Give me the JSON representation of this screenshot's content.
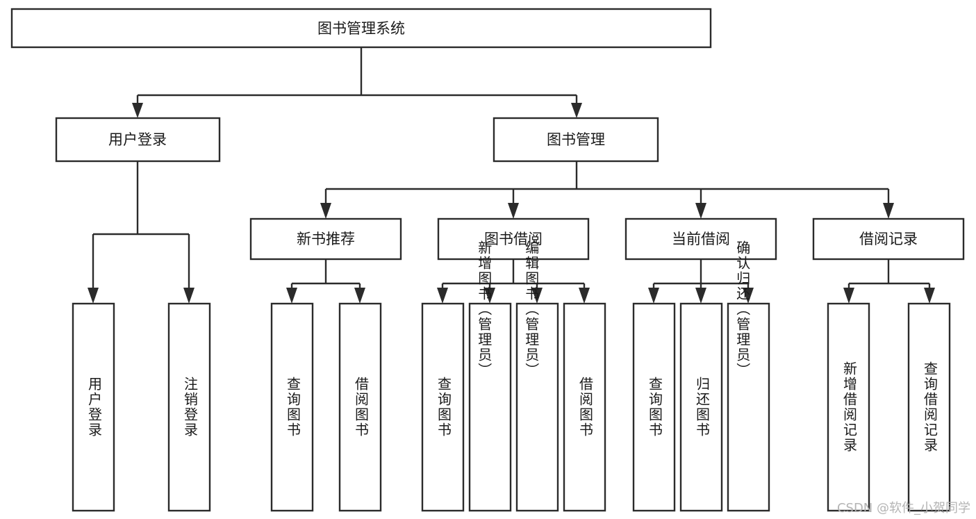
{
  "diagram": {
    "title": "图书管理系统",
    "type": "tree",
    "orientation": "top-down",
    "background_color": "#ffffff",
    "line_color": "#2b2b2b",
    "text_color": "#1a1a1a",
    "node_fill": "#ffffff",
    "levels": {
      "root": {
        "label": "图书管理系统"
      },
      "level2": [
        {
          "id": "user-login",
          "label": "用户登录"
        },
        {
          "id": "book-manage",
          "label": "图书管理"
        }
      ],
      "level3": [
        {
          "id": "new-book-recommend",
          "label": "新书推荐",
          "parent": "book-manage"
        },
        {
          "id": "book-borrow",
          "label": "图书借阅",
          "parent": "book-manage"
        },
        {
          "id": "current-borrow",
          "label": "当前借阅",
          "parent": "book-manage"
        },
        {
          "id": "borrow-record",
          "label": "借阅记录",
          "parent": "book-manage"
        }
      ],
      "leaves": [
        {
          "id": "leaf-user-login",
          "label": "用户登录",
          "parent": "user-login"
        },
        {
          "id": "leaf-user-logout",
          "label": "注销登录",
          "parent": "user-login"
        },
        {
          "id": "leaf-query-book-1",
          "label": "查询图书",
          "parent": "new-book-recommend"
        },
        {
          "id": "leaf-borrow-book-1",
          "label": "借阅图书",
          "parent": "new-book-recommend"
        },
        {
          "id": "leaf-query-book-2",
          "label": "查询图书",
          "parent": "book-borrow"
        },
        {
          "id": "leaf-add-book",
          "label": "新增图书（管理员）",
          "parent": "book-borrow"
        },
        {
          "id": "leaf-edit-book",
          "label": "编辑图书（管理员）",
          "parent": "book-borrow"
        },
        {
          "id": "leaf-borrow-book-2",
          "label": "借阅图书",
          "parent": "book-borrow"
        },
        {
          "id": "leaf-query-book-3",
          "label": "查询图书",
          "parent": "current-borrow"
        },
        {
          "id": "leaf-return-book",
          "label": "归还图书",
          "parent": "current-borrow"
        },
        {
          "id": "leaf-confirm-return",
          "label": "确认归还（管理员）",
          "parent": "current-borrow"
        },
        {
          "id": "leaf-add-record",
          "label": "新增借阅记录",
          "parent": "borrow-record"
        },
        {
          "id": "leaf-query-record",
          "label": "查询借阅记录",
          "parent": "borrow-record"
        }
      ]
    }
  },
  "watermark": {
    "text": "CSDN @软件_小贺同学"
  }
}
